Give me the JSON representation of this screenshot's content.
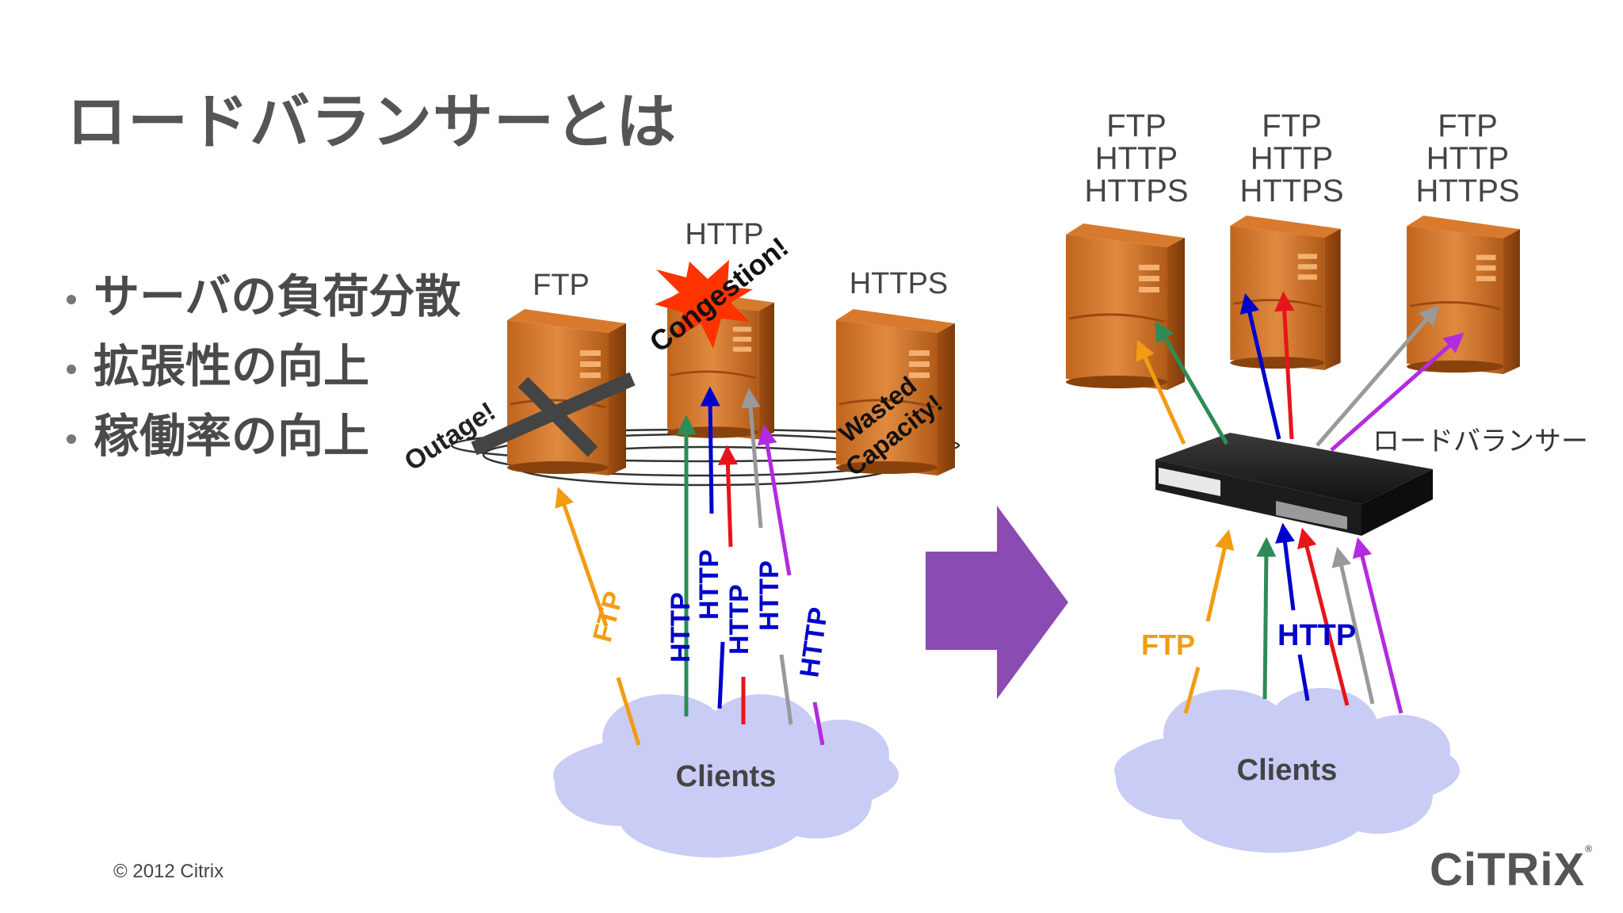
{
  "title": "ロードバランサーとは",
  "bullets": [
    "サーバの負荷分散",
    "拡張性の向上",
    "稼働率の向上"
  ],
  "copyright": "© 2012 Citrix",
  "logo": "CiTRiX",
  "colors": {
    "ftp": "#F39C12",
    "green": "#2E8B57",
    "blue": "#0000CC",
    "red": "#E8141B",
    "gray": "#999999",
    "purple": "#B32BE0",
    "cloud": "#C9CCF5",
    "arrow_big": "#8A4BB3"
  },
  "left": {
    "server_labels": [
      "FTP",
      "HTTP",
      "HTTPS"
    ],
    "outage": "Outage!",
    "congestion": "Congestion!",
    "wasted": "Wasted",
    "capacity": "Capacity!",
    "ftp_stream": "FTP",
    "http_streams": [
      "HTTP",
      "HTTP",
      "HTTP",
      "HTTP",
      "HTTP"
    ],
    "clients": "Clients"
  },
  "right": {
    "server_stack": [
      "FTP",
      "HTTP",
      "HTTPS"
    ],
    "lb_label": "ロードバランサー",
    "ftp_stream": "FTP",
    "http_stream": "HTTP",
    "clients": "Clients"
  },
  "icons": [
    "server-icon",
    "load-balancer-icon",
    "cloud-icon",
    "right-arrow-icon",
    "cross-icon",
    "explosion-icon"
  ]
}
